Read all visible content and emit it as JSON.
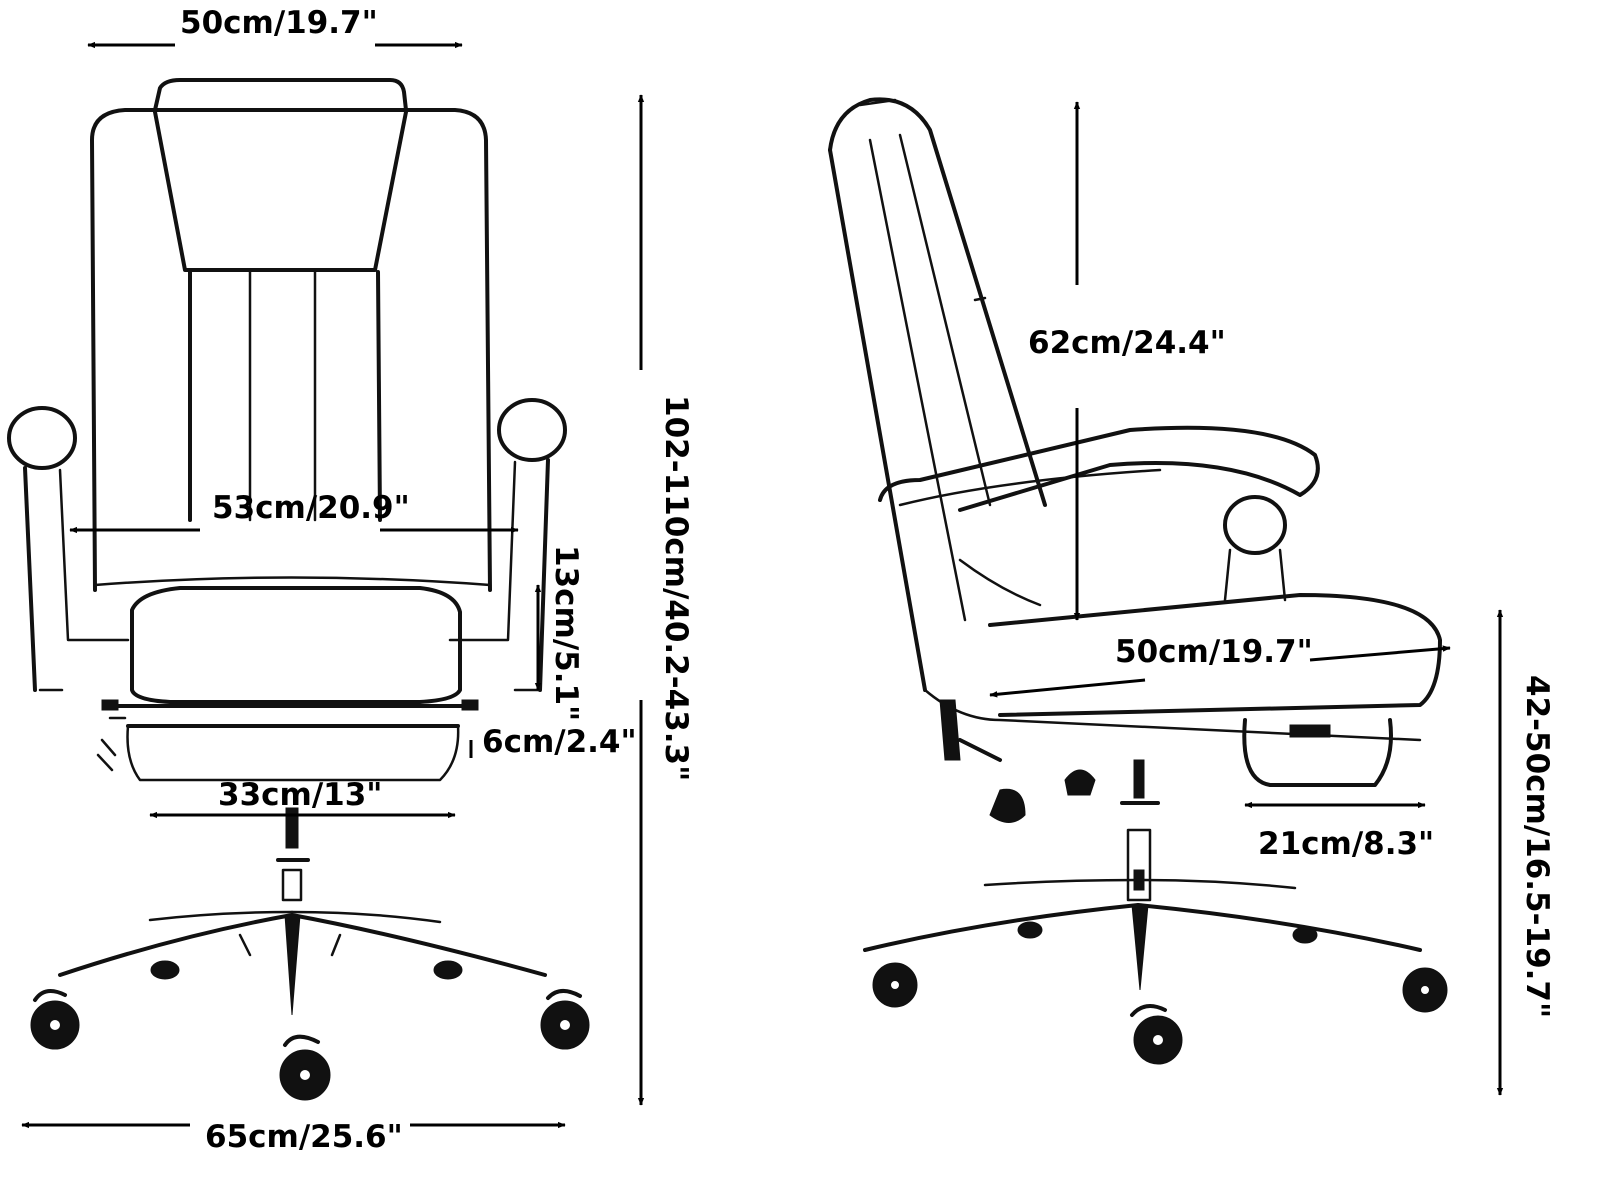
{
  "front_view": {
    "backrest_width": "50cm/19.7\"",
    "seat_width": "53cm/20.9\"",
    "armrest_height": "13cm/5.1\"",
    "footrest_thickness": "6cm/2.4\"",
    "footrest_width": "33cm/13\"",
    "total_height": "102-110cm/40.2-43.3\"",
    "base_width": "65cm/25.6\""
  },
  "side_view": {
    "backrest_height": "62cm/24.4\"",
    "seat_depth": "50cm/19.7\"",
    "footrest_depth": "21cm/8.3\"",
    "seat_height": "42-50cm/16.5-19.7\""
  }
}
